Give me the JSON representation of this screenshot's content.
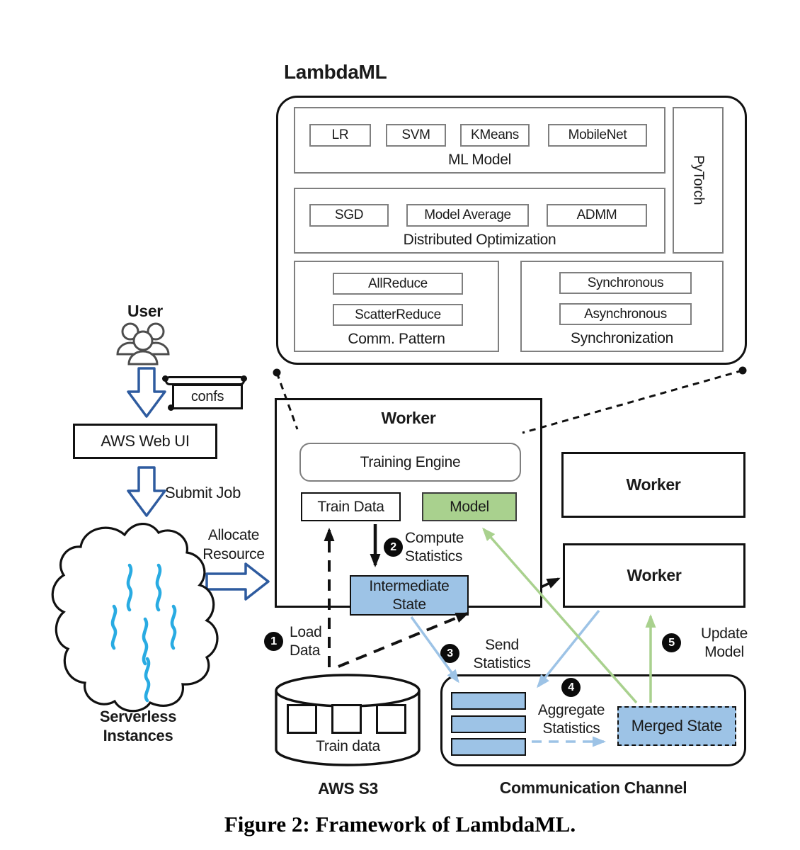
{
  "title": "LambdaML",
  "caption": "Figure 2: Framework of LambdaML.",
  "framework": {
    "ml_model": {
      "label": "ML Model",
      "items": [
        "LR",
        "SVM",
        "KMeans",
        "MobileNet"
      ]
    },
    "distributed_optimization": {
      "label": "Distributed Optimization",
      "items": [
        "SGD",
        "Model Average",
        "ADMM"
      ]
    },
    "comm_pattern": {
      "label": "Comm. Pattern",
      "items": [
        "AllReduce",
        "ScatterReduce"
      ]
    },
    "synchronization": {
      "label": "Synchronization",
      "items": [
        "Synchronous",
        "Asynchronous"
      ]
    },
    "pytorch_label": "PyTorch"
  },
  "left_flow": {
    "user_label": "User",
    "confs_label": "confs",
    "aws_web_ui_label": "AWS Web UI",
    "submit_job_label": "Submit Job",
    "allocate_resource_lines": [
      "Allocate",
      "Resource"
    ],
    "serverless_lines": [
      "Serverless",
      "Instances"
    ]
  },
  "worker": {
    "title": "Worker",
    "training_engine": "Training Engine",
    "train_data": "Train Data",
    "model": "Model",
    "intermediate_state_lines": [
      "Intermediate",
      "State"
    ]
  },
  "right_workers": [
    {
      "label": "Worker"
    },
    {
      "label": "Worker"
    }
  ],
  "storage": {
    "train_data_label": "Train data",
    "aws_s3_label": "AWS S3"
  },
  "channel": {
    "label": "Communication Channel",
    "merged_state_label": "Merged State"
  },
  "steps": [
    {
      "num": "1",
      "lines": [
        "Load",
        "Data"
      ]
    },
    {
      "num": "2",
      "lines": [
        "Compute",
        "Statistics"
      ]
    },
    {
      "num": "3",
      "lines": [
        "Send",
        "Statistics"
      ]
    },
    {
      "num": "4",
      "lines": [
        "Aggregate",
        "Statistics"
      ]
    },
    {
      "num": "5",
      "lines": [
        "Update",
        "Model"
      ]
    }
  ],
  "colors": {
    "model_green": "#a9d18e",
    "state_blue": "#9dc3e6",
    "lambda_cyan": "#29abe2",
    "flow_arrow_blue": "#2e5b9f"
  }
}
